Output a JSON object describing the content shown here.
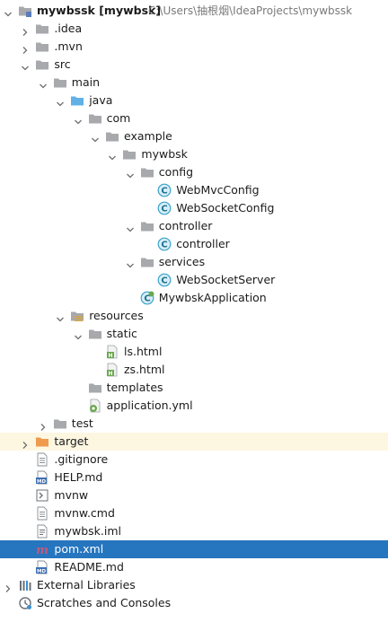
{
  "project": {
    "name": "mywbssk",
    "module": "[mywbsk]",
    "path": "C:\\Users\\抽根烟\\IdeaProjects\\mywbssk"
  },
  "colors": {
    "selection": "#2675bf",
    "excluded_row": "#fdf7e1",
    "folder": "#a7a9ac",
    "source_folder": "#62b1e6",
    "excluded_folder": "#ee9a4d",
    "class_icon": "#3aa3c8",
    "spring_green": "#6aa84f"
  },
  "tree": [
    {
      "label": "mywbssk [mywbsk]",
      "level": 0,
      "arrow": "down",
      "icon": "module-folder-icon",
      "root": true
    },
    {
      "label": ".idea",
      "level": 1,
      "arrow": "right",
      "icon": "folder-icon"
    },
    {
      "label": ".mvn",
      "level": 1,
      "arrow": "right",
      "icon": "folder-icon"
    },
    {
      "label": "src",
      "level": 1,
      "arrow": "down",
      "icon": "folder-icon"
    },
    {
      "label": "main",
      "level": 2,
      "arrow": "down",
      "icon": "folder-icon"
    },
    {
      "label": "java",
      "level": 3,
      "arrow": "down",
      "icon": "source-folder-icon"
    },
    {
      "label": "com",
      "level": 4,
      "arrow": "down",
      "icon": "package-icon"
    },
    {
      "label": "example",
      "level": 5,
      "arrow": "down",
      "icon": "package-icon"
    },
    {
      "label": "mywbsk",
      "level": 6,
      "arrow": "down",
      "icon": "package-icon"
    },
    {
      "label": "config",
      "level": 7,
      "arrow": "down",
      "icon": "package-icon"
    },
    {
      "label": "WebMvcConfig",
      "level": 8,
      "arrow": "none",
      "icon": "class-icon"
    },
    {
      "label": "WebSocketConfig",
      "level": 8,
      "arrow": "none",
      "icon": "class-icon"
    },
    {
      "label": "controller",
      "level": 7,
      "arrow": "down",
      "icon": "package-icon"
    },
    {
      "label": "controller",
      "level": 8,
      "arrow": "none",
      "icon": "class-icon"
    },
    {
      "label": "services",
      "level": 7,
      "arrow": "down",
      "icon": "package-icon"
    },
    {
      "label": "WebSocketServer",
      "level": 8,
      "arrow": "none",
      "icon": "class-icon"
    },
    {
      "label": "MywbskApplication",
      "level": 7,
      "arrow": "none",
      "icon": "spring-class-icon"
    },
    {
      "label": "resources",
      "level": 3,
      "arrow": "down",
      "icon": "resources-folder-icon"
    },
    {
      "label": "static",
      "level": 4,
      "arrow": "down",
      "icon": "folder-icon"
    },
    {
      "label": "ls.html",
      "level": 5,
      "arrow": "none",
      "icon": "html-file-icon"
    },
    {
      "label": "zs.html",
      "level": 5,
      "arrow": "none",
      "icon": "html-file-icon"
    },
    {
      "label": "templates",
      "level": 4,
      "arrow": "none",
      "icon": "folder-icon"
    },
    {
      "label": "application.yml",
      "level": 4,
      "arrow": "none",
      "icon": "yml-file-icon"
    },
    {
      "label": "test",
      "level": 2,
      "arrow": "right",
      "icon": "folder-icon"
    },
    {
      "label": "target",
      "level": 1,
      "arrow": "right",
      "icon": "excluded-folder-icon",
      "excluded": true
    },
    {
      "label": ".gitignore",
      "level": 1,
      "arrow": "none",
      "icon": "text-file-icon"
    },
    {
      "label": "HELP.md",
      "level": 1,
      "arrow": "none",
      "icon": "markdown-file-icon"
    },
    {
      "label": "mvnw",
      "level": 1,
      "arrow": "none",
      "icon": "script-file-icon"
    },
    {
      "label": "mvnw.cmd",
      "level": 1,
      "arrow": "none",
      "icon": "text-file-icon"
    },
    {
      "label": "mywbsk.iml",
      "level": 1,
      "arrow": "none",
      "icon": "iml-file-icon"
    },
    {
      "label": "pom.xml",
      "level": 1,
      "arrow": "none",
      "icon": "maven-file-icon",
      "selected": true
    },
    {
      "label": "README.md",
      "level": 1,
      "arrow": "none",
      "icon": "markdown-file-icon"
    },
    {
      "label": "External Libraries",
      "level": 0,
      "arrow": "right",
      "icon": "libraries-icon"
    },
    {
      "label": "Scratches and Consoles",
      "level": 0,
      "arrow": "none",
      "icon": "scratches-icon"
    }
  ]
}
